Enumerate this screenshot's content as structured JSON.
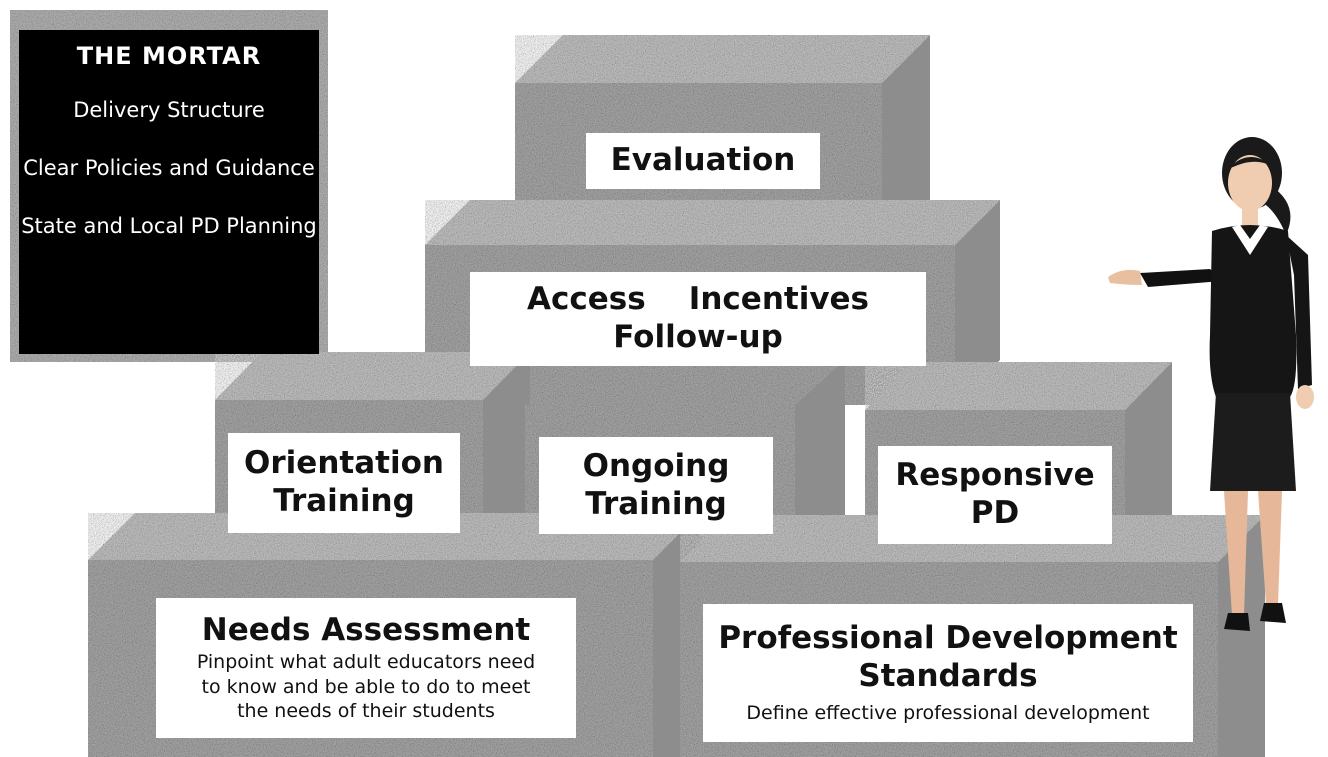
{
  "mortar": {
    "title": "THE MORTAR",
    "items": [
      [
        "Delivery Structure"
      ],
      [
        "Clear Policies and",
        "Guidance"
      ],
      [
        "State and Local",
        "PD Planning"
      ]
    ]
  },
  "blocks": {
    "evaluation": {
      "title": [
        "Evaluation"
      ]
    },
    "access": {
      "title": [
        "Access    Incentives",
        "Follow-up"
      ]
    },
    "orientation": {
      "title": [
        "Orientation",
        "Training"
      ]
    },
    "ongoing": {
      "title": [
        "Ongoing",
        "Training"
      ]
    },
    "responsive": {
      "title": [
        "Responsive",
        "PD"
      ]
    },
    "needs": {
      "title": [
        "Needs Assessment"
      ],
      "description": [
        "Pinpoint what adult educators need",
        "to know and be able to do to meet",
        "the needs of their students"
      ]
    },
    "standards": {
      "title": [
        "Professional Development",
        "Standards"
      ],
      "description": [
        "Define effective professional development"
      ]
    }
  },
  "colors": {
    "stone_front": "#a8a8a8",
    "stone_top": "#bdbdbd",
    "stone_side": "#8f8f8f",
    "label_bg": "#ffffff",
    "mortar_bg": "#000000"
  },
  "icons": {
    "presenter": "presenter-woman-icon"
  }
}
